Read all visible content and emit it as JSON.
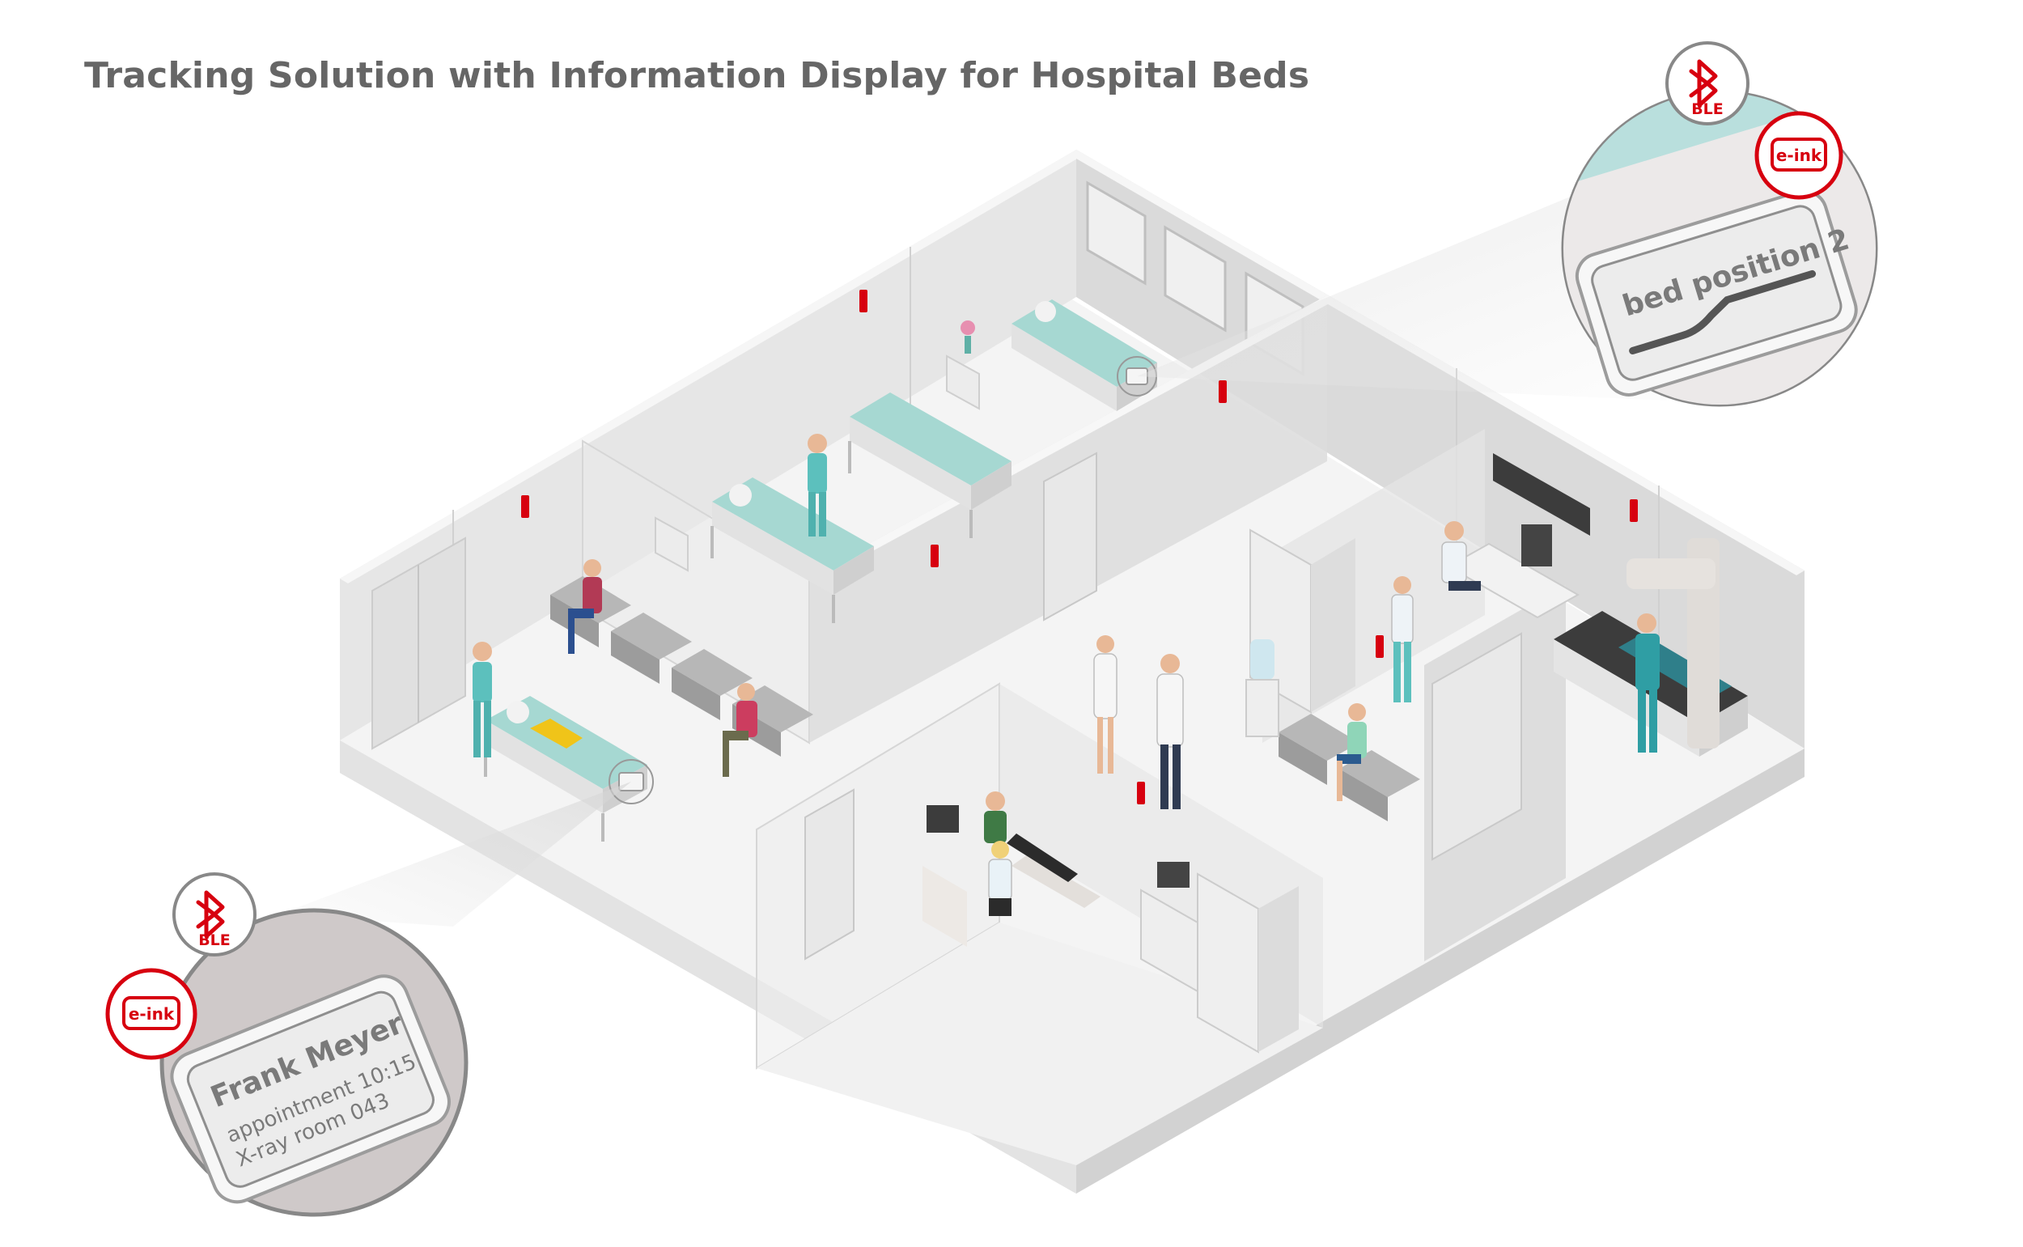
{
  "title": "Tracking Solution with Information Display for Hospital Beds",
  "badges": {
    "ble_label": "BLE",
    "eink_label": "e-ink"
  },
  "callout_bed_tag": {
    "line1": "bed position 2"
  },
  "callout_patient_tag": {
    "name": "Frank Meyer",
    "line2": "appointment 10:15",
    "line3": "X-ray room 043"
  },
  "colors": {
    "accent_red": "#d7000f",
    "title_gray": "#666666",
    "floor": "#f3f3f3",
    "wall": "#e2e2e2",
    "bed_teal": "#a6d8d2",
    "scrubs_teal": "#2f9ea4",
    "callout_bg": "#cfc9c9"
  },
  "icons": [
    "bluetooth-icon",
    "eink-icon"
  ]
}
